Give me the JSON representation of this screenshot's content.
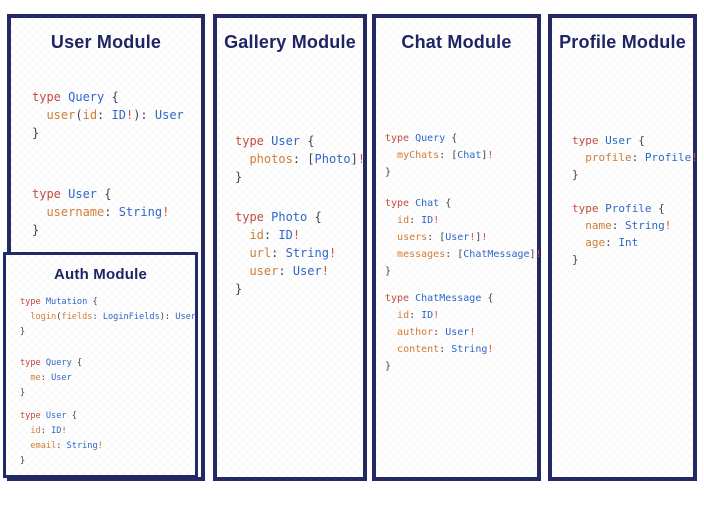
{
  "colors": {
    "panel_border": "#232a63",
    "title": "#1f2464",
    "keyword": "#c04a42",
    "type_name": "#3066c9",
    "field": "#cf7d35",
    "punctuation": "#3f4450",
    "bang": "#d1513a"
  },
  "panels": {
    "user": {
      "title": "User Module",
      "blocks": [
        [
          [
            [
              "k",
              "type "
            ],
            [
              "t",
              "Query "
            ],
            [
              "p",
              "{"
            ]
          ],
          [
            [
              "p",
              "  "
            ],
            [
              "f",
              "user"
            ],
            [
              "p",
              "("
            ],
            [
              "f",
              "id"
            ],
            [
              "p",
              ": "
            ],
            [
              "t",
              "ID"
            ],
            [
              "b",
              "!"
            ],
            [
              "p",
              "): "
            ],
            [
              "t",
              "User"
            ]
          ],
          [
            [
              "p",
              "}"
            ]
          ]
        ],
        [
          [
            [
              "k",
              "type "
            ],
            [
              "t",
              "User "
            ],
            [
              "p",
              "{"
            ]
          ],
          [
            [
              "p",
              "  "
            ],
            [
              "f",
              "username"
            ],
            [
              "p",
              ": "
            ],
            [
              "t",
              "String"
            ],
            [
              "b",
              "!"
            ]
          ],
          [
            [
              "p",
              "}"
            ]
          ]
        ]
      ]
    },
    "auth": {
      "title": "Auth Module",
      "blocks": [
        [
          [
            [
              "k",
              "type "
            ],
            [
              "t",
              "Mutation "
            ],
            [
              "p",
              "{"
            ]
          ],
          [
            [
              "p",
              "  "
            ],
            [
              "f",
              "login"
            ],
            [
              "p",
              "("
            ],
            [
              "f",
              "fields"
            ],
            [
              "p",
              ": "
            ],
            [
              "t",
              "LoginFields"
            ],
            [
              "p",
              "): "
            ],
            [
              "t",
              "User"
            ]
          ],
          [
            [
              "p",
              "}"
            ]
          ]
        ],
        [
          [
            [
              "k",
              "type "
            ],
            [
              "t",
              "Query "
            ],
            [
              "p",
              "{"
            ]
          ],
          [
            [
              "p",
              "  "
            ],
            [
              "f",
              "me"
            ],
            [
              "p",
              ": "
            ],
            [
              "t",
              "User"
            ]
          ],
          [
            [
              "p",
              "}"
            ]
          ]
        ],
        [
          [
            [
              "k",
              "type "
            ],
            [
              "t",
              "User "
            ],
            [
              "p",
              "{"
            ]
          ],
          [
            [
              "p",
              "  "
            ],
            [
              "f",
              "id"
            ],
            [
              "p",
              ": "
            ],
            [
              "t",
              "ID"
            ],
            [
              "b",
              "!"
            ]
          ],
          [
            [
              "p",
              "  "
            ],
            [
              "f",
              "email"
            ],
            [
              "p",
              ": "
            ],
            [
              "t",
              "String"
            ],
            [
              "b",
              "!"
            ]
          ],
          [
            [
              "p",
              "}"
            ]
          ]
        ]
      ]
    },
    "gallery": {
      "title": "Gallery Module",
      "blocks": [
        [
          [
            [
              "k",
              "type "
            ],
            [
              "t",
              "User "
            ],
            [
              "p",
              "{"
            ]
          ],
          [
            [
              "p",
              "  "
            ],
            [
              "f",
              "photos"
            ],
            [
              "p",
              ": ["
            ],
            [
              "t",
              "Photo"
            ],
            [
              "p",
              "]"
            ],
            [
              "b",
              "!"
            ]
          ],
          [
            [
              "p",
              "}"
            ]
          ]
        ],
        [
          [
            [
              "k",
              "type "
            ],
            [
              "t",
              "Photo "
            ],
            [
              "p",
              "{"
            ]
          ],
          [
            [
              "p",
              "  "
            ],
            [
              "f",
              "id"
            ],
            [
              "p",
              ": "
            ],
            [
              "t",
              "ID"
            ],
            [
              "b",
              "!"
            ]
          ],
          [
            [
              "p",
              "  "
            ],
            [
              "f",
              "url"
            ],
            [
              "p",
              ": "
            ],
            [
              "t",
              "String"
            ],
            [
              "b",
              "!"
            ]
          ],
          [
            [
              "p",
              "  "
            ],
            [
              "f",
              "user"
            ],
            [
              "p",
              ": "
            ],
            [
              "t",
              "User"
            ],
            [
              "b",
              "!"
            ]
          ],
          [
            [
              "p",
              "}"
            ]
          ]
        ]
      ]
    },
    "chat": {
      "title": "Chat Module",
      "blocks": [
        [
          [
            [
              "k",
              "type "
            ],
            [
              "t",
              "Query "
            ],
            [
              "p",
              "{"
            ]
          ],
          [
            [
              "p",
              "  "
            ],
            [
              "f",
              "myChats"
            ],
            [
              "p",
              ": ["
            ],
            [
              "t",
              "Chat"
            ],
            [
              "p",
              "]"
            ],
            [
              "b",
              "!"
            ]
          ],
          [
            [
              "p",
              "}"
            ]
          ]
        ],
        [
          [
            [
              "k",
              "type "
            ],
            [
              "t",
              "Chat "
            ],
            [
              "p",
              "{"
            ]
          ],
          [
            [
              "p",
              "  "
            ],
            [
              "f",
              "id"
            ],
            [
              "p",
              ": "
            ],
            [
              "t",
              "ID"
            ],
            [
              "b",
              "!"
            ]
          ],
          [
            [
              "p",
              "  "
            ],
            [
              "f",
              "users"
            ],
            [
              "p",
              ": ["
            ],
            [
              "t",
              "User"
            ],
            [
              "b",
              "!"
            ],
            [
              "p",
              "]"
            ],
            [
              "b",
              "!"
            ]
          ],
          [
            [
              "p",
              "  "
            ],
            [
              "f",
              "messages"
            ],
            [
              "p",
              ": ["
            ],
            [
              "t",
              "ChatMessage"
            ],
            [
              "p",
              "]"
            ],
            [
              "b",
              "!"
            ]
          ],
          [
            [
              "p",
              "}"
            ]
          ]
        ],
        [
          [
            [
              "k",
              "type "
            ],
            [
              "t",
              "ChatMessage "
            ],
            [
              "p",
              "{"
            ]
          ],
          [
            [
              "p",
              "  "
            ],
            [
              "f",
              "id"
            ],
            [
              "p",
              ": "
            ],
            [
              "t",
              "ID"
            ],
            [
              "b",
              "!"
            ]
          ],
          [
            [
              "p",
              "  "
            ],
            [
              "f",
              "author"
            ],
            [
              "p",
              ": "
            ],
            [
              "t",
              "User"
            ],
            [
              "b",
              "!"
            ]
          ],
          [
            [
              "p",
              "  "
            ],
            [
              "f",
              "content"
            ],
            [
              "p",
              ": "
            ],
            [
              "t",
              "String"
            ],
            [
              "b",
              "!"
            ]
          ],
          [
            [
              "p",
              "}"
            ]
          ]
        ]
      ]
    },
    "profile": {
      "title": "Profile Module",
      "blocks": [
        [
          [
            [
              "k",
              "type "
            ],
            [
              "t",
              "User "
            ],
            [
              "p",
              "{"
            ]
          ],
          [
            [
              "p",
              "  "
            ],
            [
              "f",
              "profile"
            ],
            [
              "p",
              ": "
            ],
            [
              "t",
              "Profile"
            ],
            [
              "b",
              "!"
            ]
          ],
          [
            [
              "p",
              "}"
            ]
          ]
        ],
        [
          [
            [
              "k",
              "type "
            ],
            [
              "t",
              "Profile "
            ],
            [
              "p",
              "{"
            ]
          ],
          [
            [
              "p",
              "  "
            ],
            [
              "f",
              "name"
            ],
            [
              "p",
              ": "
            ],
            [
              "t",
              "String"
            ],
            [
              "b",
              "!"
            ]
          ],
          [
            [
              "p",
              "  "
            ],
            [
              "f",
              "age"
            ],
            [
              "p",
              ": "
            ],
            [
              "t",
              "Int"
            ]
          ],
          [
            [
              "p",
              "}"
            ]
          ]
        ]
      ]
    }
  }
}
